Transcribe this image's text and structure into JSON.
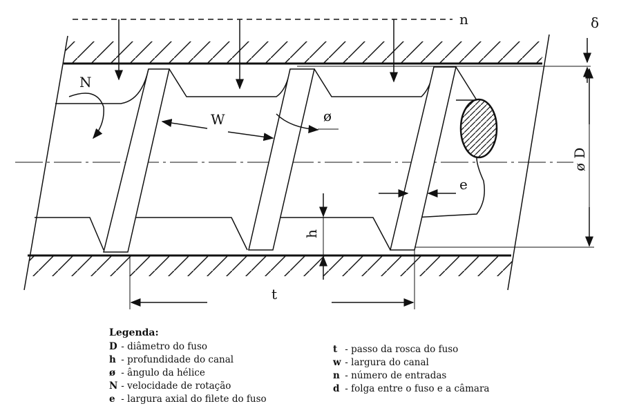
{
  "diagram": {
    "labels": {
      "n": "n",
      "delta": "δ",
      "N": "N",
      "W": "W",
      "phi": "ø",
      "D": "ø D",
      "e": "e",
      "h": "h",
      "t": "t"
    }
  },
  "legend": {
    "title": "Legenda:",
    "col1": [
      {
        "key": "D",
        "text": "- diâmetro do fuso"
      },
      {
        "key": "h",
        "text": "- profundidade do canal"
      },
      {
        "key": "ø",
        "text": "- ângulo da hélice"
      },
      {
        "key": "N",
        "text": "- velocidade de rotação"
      },
      {
        "key": "e",
        "text": "- largura axial do filete do fuso"
      }
    ],
    "col2": [
      {
        "key": "t",
        "text": "- passo da rosca do fuso"
      },
      {
        "key": "w",
        "text": "- largura do canal"
      },
      {
        "key": "n",
        "text": "- número de entradas"
      },
      {
        "key": "d",
        "text": "- folga entre o fuso e a câmara"
      }
    ]
  }
}
